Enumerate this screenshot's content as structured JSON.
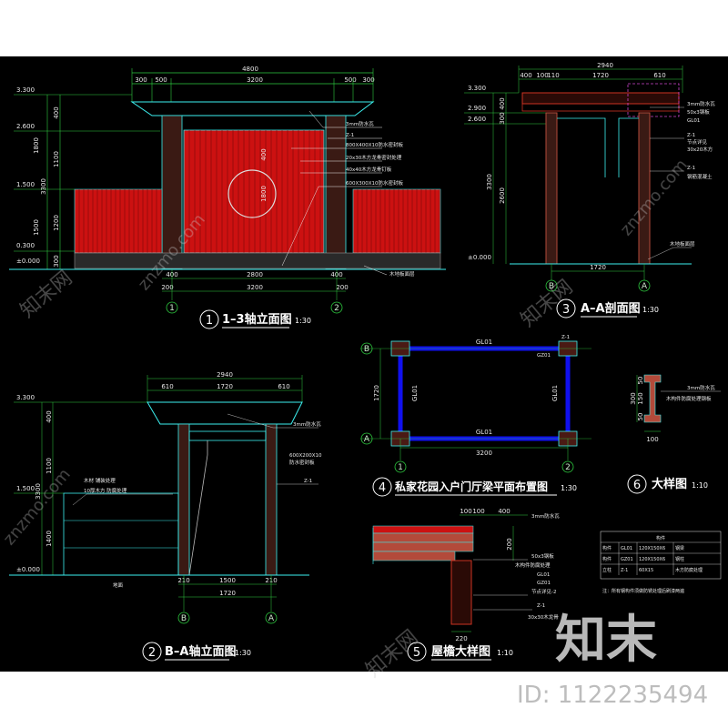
{
  "colors": {
    "background": "#000000",
    "dimension": "#2ecc40",
    "wood": "#cc1111",
    "post": "#b34a3a",
    "outline": "#3cf0f0",
    "beam": "#1010ee",
    "text": "#ffffff"
  },
  "view1": {
    "dims_top": [
      "300",
      "500",
      "3200",
      "500",
      "300"
    ],
    "dim_total": "4800",
    "dims_bottom": [
      "400",
      "2800",
      "400"
    ],
    "dim_bottom_total": "3200",
    "dim_bottom_small_left": "200",
    "dim_bottom_small_right": "200",
    "levels": [
      "3.300",
      "2.600",
      "1.500",
      "0.300",
      "±0.000"
    ],
    "vdims": [
      "400",
      "1800",
      "1100",
      "3300",
      "1200",
      "1500",
      "300"
    ],
    "inner_dims": [
      "400",
      "1800"
    ],
    "notes": [
      "3mm防水瓦",
      "Z-1",
      "800X400X10防水密封板",
      "20x30木方龙骨密封处理",
      "40x40木方龙骨钉板",
      "600X300X10防水密封板"
    ],
    "footnote": "木地板面层",
    "axes": [
      "1",
      "2"
    ],
    "number": "1",
    "title": "1–3轴立面图",
    "scale": "1:30"
  },
  "view2": {
    "dim_total": "2940",
    "dims_top": [
      "610",
      "1720",
      "610"
    ],
    "dims_bottom": [
      "210",
      "1500",
      "210"
    ],
    "dim_bottom_total": "1720",
    "levels": [
      "3.300",
      "1.500",
      "±0.000"
    ],
    "vdims": [
      "400",
      "1100",
      "3300",
      "1400"
    ],
    "notes": [
      "3mm防水瓦",
      "600X200X10",
      "防水密封板",
      "Z-1",
      "木材 铺装处理",
      "10厚木方 防腐处理"
    ],
    "footnote": "地面",
    "axes": [
      "B",
      "A"
    ],
    "number": "2",
    "title": "B–A轴立面图",
    "scale": "1:30"
  },
  "view3": {
    "dim_total": "2940",
    "dims_top": [
      "400",
      "100",
      "110",
      "1720",
      "610"
    ],
    "dim_bottom": "1720",
    "levels": [
      "3.300",
      "2.900",
      "2.600",
      "±0.000"
    ],
    "vdims": [
      "400",
      "300",
      "3300",
      "2600"
    ],
    "notes": [
      "3mm防水瓦",
      "50x3钢板",
      "GL01",
      "Z-1",
      "节点详见",
      "30x20木方",
      "Z-1",
      "钢筋混凝土"
    ],
    "footnote": "木地板面层",
    "axes": [
      "B",
      "A"
    ],
    "number": "3",
    "title": "A–A剖面图",
    "scale": "1:30"
  },
  "view4": {
    "beam_top": "GL01",
    "beam_bottom": "GL01",
    "beam_left": "GL01",
    "beam_right": "GL01",
    "col_label": "Z-1",
    "col_label2": "GZ01",
    "dim_h": "3200",
    "dim_v": "1720",
    "axes_rows": [
      "B",
      "A"
    ],
    "axes_cols": [
      "1",
      "2"
    ],
    "number": "4",
    "title": "私家花园入户门厅梁平面布置图",
    "scale": "1:30"
  },
  "view5": {
    "dims_top": [
      "100",
      "100",
      "400"
    ],
    "dim_right": "200",
    "dim_bottom": "220",
    "notes": [
      "3mm防水瓦",
      "50x3钢板",
      "木构件防腐处理",
      "GL01",
      "GZ01",
      "节点详见-2",
      "Z-1",
      "30x30木龙骨"
    ],
    "number": "5",
    "title": "屋檐大样图",
    "scale": "1:10"
  },
  "view6": {
    "dims": [
      "300",
      "50",
      "150",
      "50"
    ],
    "dim_bottom": "100",
    "notes": [
      "3mm防水瓦",
      "木构件防腐处理钢板"
    ],
    "number": "6",
    "title": "大样图",
    "scale": "1:10"
  },
  "table": {
    "header": "构件",
    "rows": [
      [
        "构件",
        "GL01",
        "120X150X6",
        "钢梁"
      ],
      [
        "构件",
        "GZ01",
        "120X150X6",
        "钢柱"
      ],
      [
        "立柱",
        "Z-1",
        "60X15",
        "木方防腐处理"
      ]
    ],
    "footnote": "注：所有钢构件须做防锈处理后刷漆两遍"
  },
  "watermark": {
    "brand": "知末",
    "id": "ID: 1122235494",
    "site": "znzmo.com",
    "faint": "知末网"
  }
}
